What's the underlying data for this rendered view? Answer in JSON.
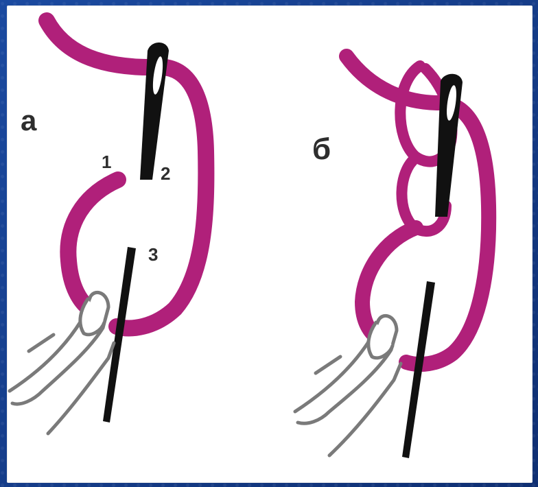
{
  "figures": [
    {
      "id": "a",
      "caption": "a",
      "point_labels": [
        "1",
        "2",
        "3"
      ]
    },
    {
      "id": "b",
      "caption": "б",
      "point_labels": []
    }
  ],
  "colors": {
    "thread": "#b0207a",
    "needle": "#111111",
    "hand_outline": "#7a7a7a",
    "background_blue": "#143a86"
  }
}
